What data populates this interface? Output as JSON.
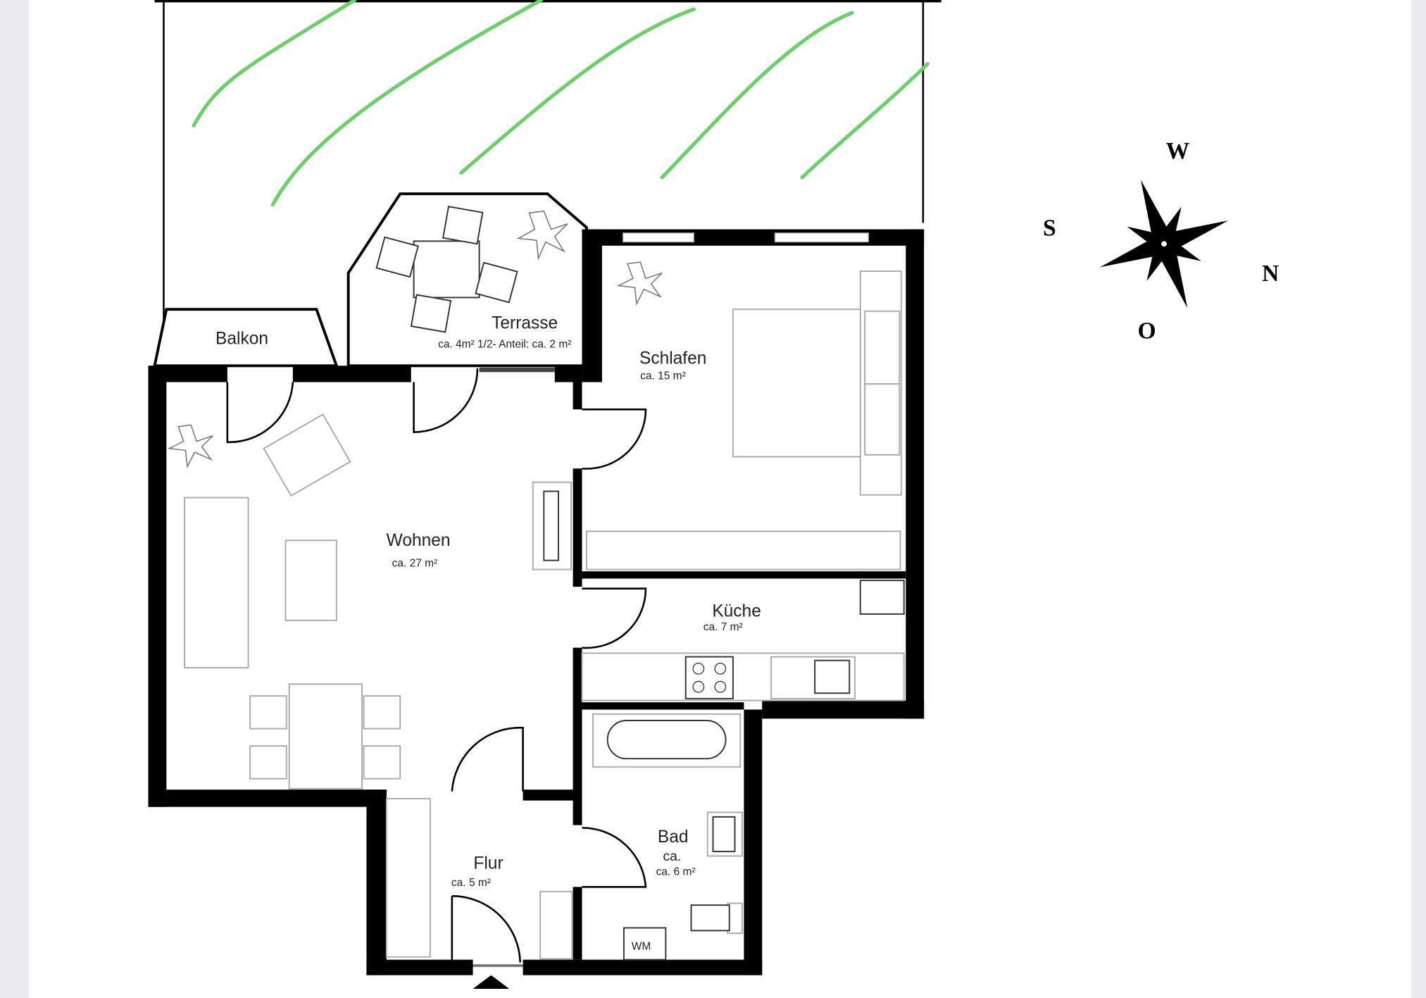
{
  "rooms": {
    "balkon": {
      "name": "Balkon"
    },
    "terrasse": {
      "name": "Terrasse",
      "area": "ca. 4m² 1/2- Anteil: ca. 2 m²"
    },
    "schlafen": {
      "name": "Schlafen",
      "area": "ca. 15 m²"
    },
    "wohnen": {
      "name": "Wohnen",
      "area": "ca. 27 m²"
    },
    "kueche": {
      "name": "Küche",
      "area": "ca. 7 m²"
    },
    "bad": {
      "name": "Bad",
      "area_line1": "ca.",
      "area": "ca. 6 m²"
    },
    "flur": {
      "name": "Flur",
      "area": "ca. 5 m²"
    }
  },
  "appliances": {
    "washing_machine": "WM"
  },
  "compass": {
    "north": "N",
    "south": "S",
    "west": "W",
    "east": "O"
  },
  "colors": {
    "walls": "#000000",
    "garden_strokes": "#6ccf6c",
    "margin": "#ececf0"
  }
}
